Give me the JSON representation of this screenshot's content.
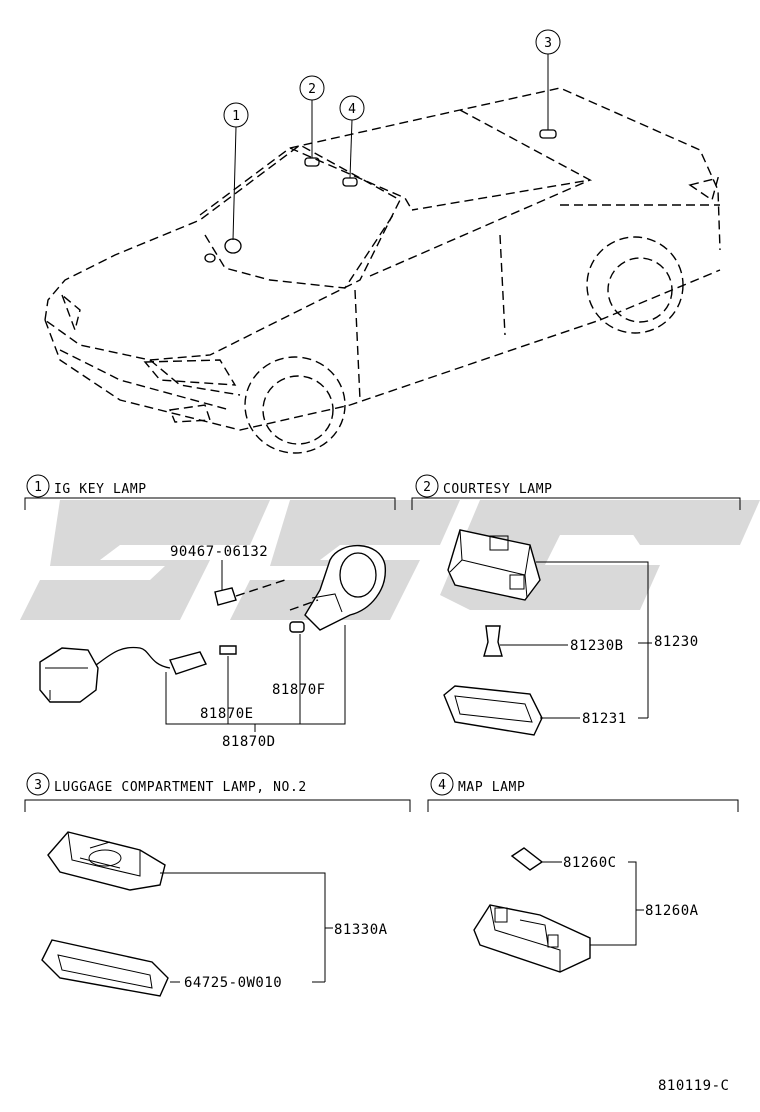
{
  "callouts": {
    "c1": "1",
    "c2": "2",
    "c3": "3",
    "c4": "4"
  },
  "sections": {
    "s1": {
      "num": "1",
      "title": "IG KEY LAMP"
    },
    "s2": {
      "num": "2",
      "title": "COURTESY LAMP"
    },
    "s3": {
      "num": "3",
      "title": "LUGGAGE COMPARTMENT LAMP, NO.2"
    },
    "s4": {
      "num": "4",
      "title": "MAP LAMP"
    }
  },
  "parts": {
    "p90467": "90467-06132",
    "p81870F": "81870F",
    "p81870E": "81870E",
    "p81870D": "81870D",
    "p81230B": "81230B",
    "p81230": "81230",
    "p81231": "81231",
    "p81330A": "81330A",
    "p64725": "64725-0W010",
    "p81260C": "81260C",
    "p81260A": "81260A"
  },
  "figure_id": "810119-C",
  "colors": {
    "line": "#000000",
    "watermark": "#d9d9d9",
    "background": "#ffffff"
  }
}
